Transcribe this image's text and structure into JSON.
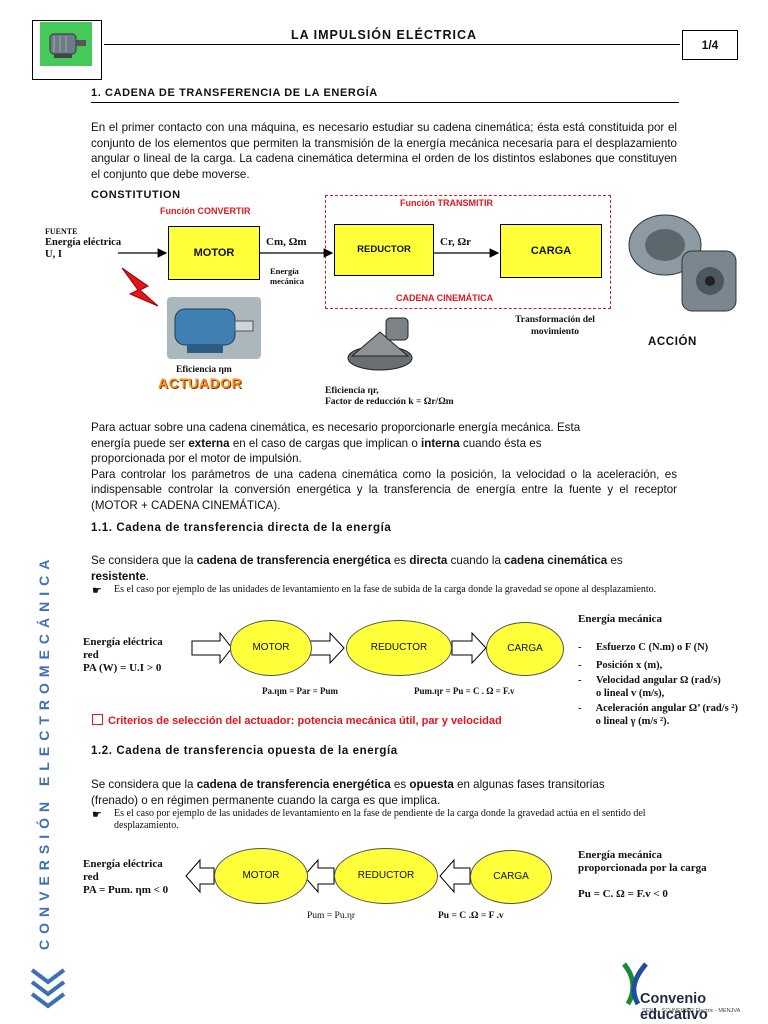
{
  "header": {
    "title": "LA IMPULSIÓN ELÉCTRICA",
    "page": "1/4",
    "logo_icon": "motor-icon"
  },
  "section1": {
    "title": "1. CADENA DE TRANSFERENCIA DE LA ENERGÍA",
    "paragraph": "En el primer contacto con una máquina, es necesario estudiar su cadena cinemática; ésta está constituida por el conjunto de los elementos que permiten la transmisión de la energía mecánica necesaria para el desplazamiento angular o lineal de la carga. La cadena cinemática determina el orden de los distintos eslabones que constituyen el conjunto que debe moverse."
  },
  "constitution": {
    "title": "CONSTITUTION",
    "funcion_convertir": "Función CONVERTIR",
    "funcion_transmitir": "Función TRANSMITIR",
    "fuente": "FUENTE",
    "energia_electrica": "Energía eléctrica",
    "ui": "U, I",
    "motor": "MOTOR",
    "cm": "Cm, Ωm",
    "energia_mecanica": "Energía mecánica",
    "reductor": "REDUCTOR",
    "cr": "Cr, Ωr",
    "carga": "CARGA",
    "cadena_cinematica": "CADENA CINEMÁTICA",
    "transformacion": "Transformación del movimiento",
    "accion": "ACCIÓN",
    "eficiencia_m": "Eficiencia ηm",
    "actuador": "ACTUADOR",
    "eficiencia_r": "Eficiencia ηr,",
    "factor": "Factor de reducción k = Ωr/Ωm"
  },
  "paragraph2": {
    "line1": "Para actuar sobre una cadena cinemática, es necesario proporcionarle energía mecánica. Esta",
    "l2a": "energía puede ser ",
    "l2b": "externa",
    "l2c": " en el caso de cargas que implican o ",
    "l2d": "interna",
    "l2e": " cuando ésta es",
    "line3": "proporcionada por el motor de impulsión.",
    "line4": "Para controlar los parámetros de una cadena cinemática como la posición, la velocidad o la aceleración, es indispensable controlar la conversión energética y la transferencia de energía entre la fuente y el receptor (MOTOR + CADENA CINEMÁTICA)."
  },
  "section11": {
    "title": "1.1. Cadena de transferencia directa de la energía",
    "s1": "Se considera que la ",
    "s2": "cadena de transferencia energética",
    "s3": " es ",
    "s4": "directa",
    "s5": " cuando la ",
    "s6": "cadena cinemática",
    "s7": " es",
    "s8": "resistente",
    "s9": ".",
    "note": "Es el caso por ejemplo de las unidades de levantamiento en la fase de subida de la carga donde la gravedad se opone al desplazamiento.",
    "left1": "Energía eléctrica",
    "left2": "red",
    "left3": "PA (W) = U.I > 0",
    "motor": "MOTOR",
    "reductor": "REDUCTOR",
    "carga": "CARGA",
    "eq1": "Pa.ηm = Par = Pum",
    "eq2": "Pum.ηr = Pu = C . Ω = F.v",
    "criterios": "Criterios de selección del actuador: potencia mecánica útil, par y velocidad",
    "right_title": "Energía mecánica",
    "right_items": [
      "Esfuerzo C (N.m) o F (N)",
      "Posición x (m),",
      "Velocidad angular Ω (rad/s) o lineal v (m/s),",
      "Aceleración angular Ω’ (rad/s ²) o lineal γ (m/s ²)."
    ]
  },
  "section12": {
    "title": "1.2. Cadena de transferencia opuesta de la energía",
    "s1": "Se considera que la ",
    "s2": "cadena de transferencia energética",
    "s3": " es ",
    "s4": "opuesta",
    "s5": " en algunas fases transitorias",
    "line2": "(frenado) o en régimen permanente cuando la carga es que implica.",
    "note": "Es el caso por ejemplo de las unidades de levantamiento en la fase de pendiente de la carga donde la gravedad actúa en el sentido del desplazamiento.",
    "left1": "Energía eléctrica",
    "left2": "red",
    "left3": "PA = Pum. ηm < 0",
    "motor": "MOTOR",
    "reductor": "REDUCTOR",
    "carga": "CARGA",
    "eq1": "Pum = Pu.ηr",
    "eq2": "Pu = C .Ω = F .v",
    "right1": "Energía mecánica proporcionada por la carga",
    "right2": "Pu = C. Ω = F.v < 0"
  },
  "sidebar": {
    "text": "CONVERSIÓN ELECTROMECÁNICA"
  },
  "footer": {
    "brand": "Convenio educativo",
    "sub": "SENA - SCHNEIDER Electric - MENJVA"
  },
  "colors": {
    "accent_red": "#e0161e",
    "box_yellow": "#ffff3a",
    "side_blue": "#3f6fb5",
    "logo_green": "#44c95a"
  }
}
